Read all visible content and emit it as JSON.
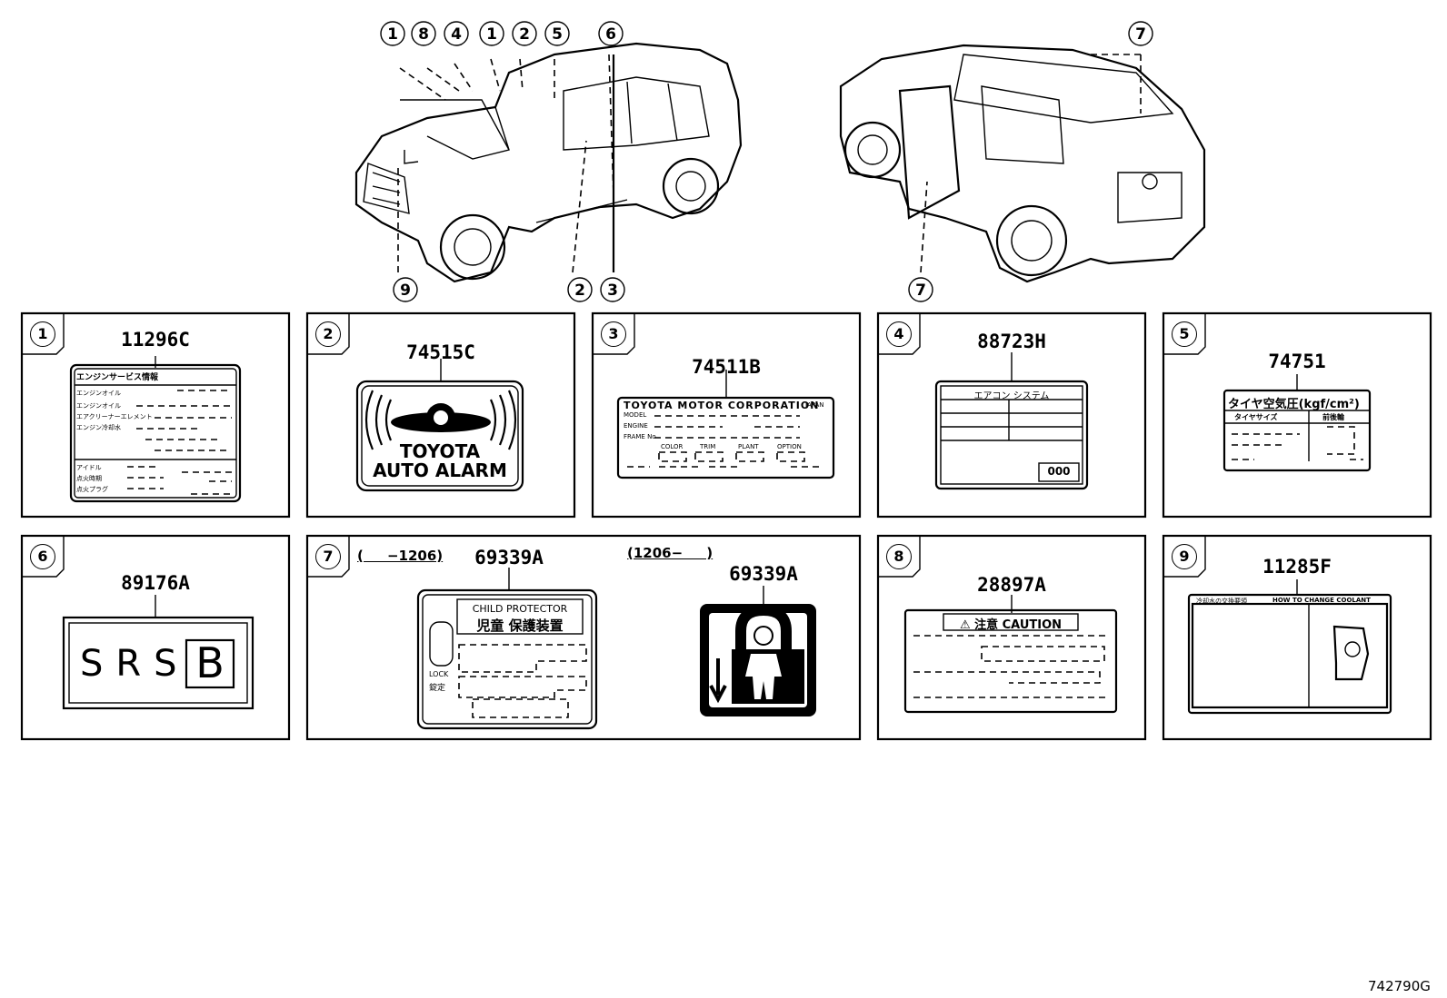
{
  "car_callouts": {
    "front": [
      "1",
      "8",
      "4",
      "1",
      "2",
      "5",
      "6",
      "9",
      "2",
      "3"
    ],
    "rear": [
      "7",
      "7"
    ]
  },
  "panels": [
    {
      "num": "1",
      "part": "11296C",
      "label_title": "エンジンサービス情報",
      "lines": [
        "エンジンオイル",
        "エンジンオイル",
        "エアクリーナーエレメント",
        "エンジン冷却水",
        "",
        "",
        "",
        "アイドル",
        "点火時期",
        "点火プラグ"
      ]
    },
    {
      "num": "2",
      "part": "74515C",
      "label_lines": [
        "TOYOTA",
        "AUTO ALARM"
      ]
    },
    {
      "num": "3",
      "part": "74511B",
      "header": "TOYOTA MOTOR CORPORATION",
      "header_right": "JAPAN",
      "rows": [
        "MODEL",
        "ENGINE",
        "FRAME No"
      ],
      "cols": [
        "COLOR",
        "TRIM",
        "PLANT",
        "OPTION"
      ]
    },
    {
      "num": "4",
      "part": "88723H",
      "header": "エアコン システム",
      "code": "000"
    },
    {
      "num": "5",
      "part": "74751",
      "title": "タイヤ空気圧(kgf/cm²)",
      "col1": "タイヤサイズ",
      "col2": "前後輪"
    },
    {
      "num": "6",
      "part": "89176A",
      "text": "SRS",
      "letter": "B"
    },
    {
      "num": "7",
      "range_a": "(     −1206)",
      "range_b": "(1206−     )",
      "part_a": "69339A",
      "part_b": "69339A",
      "protector_en": "CHILD PROTECTOR",
      "protector_jp": "児童 保護装置",
      "lock_en": "LOCK",
      "lock_jp": "錠定"
    },
    {
      "num": "8",
      "part": "28897A",
      "caution": "⚠ 注意 CAUTION"
    },
    {
      "num": "9",
      "part": "11285F",
      "header_jp": "冷却水の交換要領",
      "header_en": "HOW TO CHANGE COOLANT"
    }
  ],
  "figure_code": "742790G"
}
